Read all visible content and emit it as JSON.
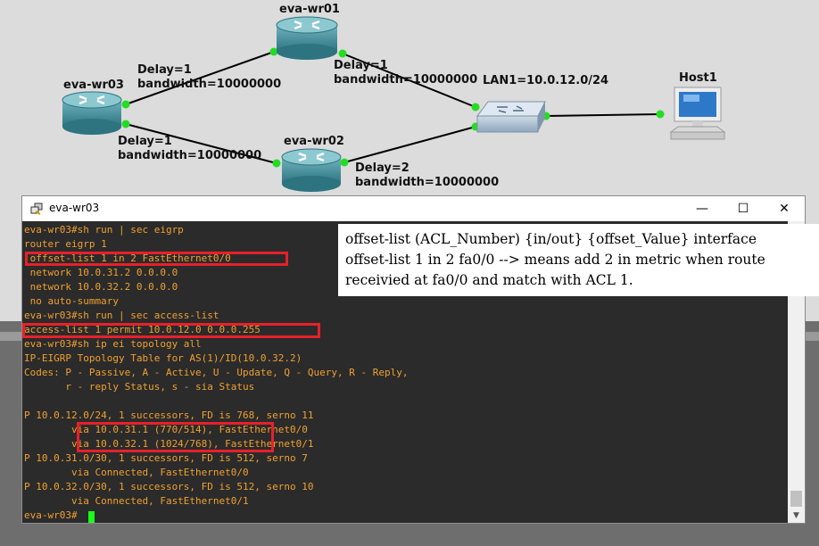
{
  "topology": {
    "routers": [
      {
        "id": "wr01",
        "name": "eva-wr01"
      },
      {
        "id": "wr02",
        "name": "eva-wr02"
      },
      {
        "id": "wr03",
        "name": "eva-wr03"
      }
    ],
    "switch_label": "LAN1=10.0.12.0/24",
    "host_label": "Host1",
    "links": [
      {
        "id": "wr03-wr01",
        "delay": "Delay=1",
        "bandwidth": "bandwidth=10000000"
      },
      {
        "id": "wr01-sw",
        "delay": "Delay=1",
        "bandwidth": "bandwidth=10000000"
      },
      {
        "id": "wr03-wr02",
        "delay": "Delay=1",
        "bandwidth": "bandwidth=10000000"
      },
      {
        "id": "wr02-sw",
        "delay": "Delay=2",
        "bandwidth": "bandwidth=10000000"
      }
    ],
    "colors": {
      "router_body": "#3d8a96",
      "link_up": "#22dd22",
      "switch": "#9bb3c9"
    }
  },
  "window": {
    "title": "eva-wr03",
    "icon": "putty-icon",
    "minimize_glyph": "—",
    "maximize_glyph": "☐",
    "close_glyph": "✕"
  },
  "terminal": {
    "text_color": "#f0a030",
    "cursor_color": "#19ff19",
    "lines": [
      "eva-wr03#sh run | sec eigrp",
      "router eigrp 1",
      " offset-list 1 in 2 FastEthernet0/0",
      " network 10.0.31.2 0.0.0.0",
      " network 10.0.32.2 0.0.0.0",
      " no auto-summary",
      "eva-wr03#sh run | sec access-list",
      "access-list 1 permit 10.0.12.0 0.0.0.255",
      "eva-wr03#sh ip ei topology all",
      "IP-EIGRP Topology Table for AS(1)/ID(10.0.32.2)",
      "Codes: P - Passive, A - Active, U - Update, Q - Query, R - Reply,",
      "       r - reply Status, s - sia Status",
      "",
      "P 10.0.12.0/24, 1 successors, FD is 768, serno 11",
      "        via 10.0.31.1 (770/514), FastEthernet0/0",
      "        via 10.0.32.1 (1024/768), FastEthernet0/1",
      "P 10.0.31.0/30, 1 successors, FD is 512, serno 7",
      "        via Connected, FastEthernet0/0",
      "P 10.0.32.0/30, 1 successors, FD is 512, serno 10",
      "        via Connected, FastEthernet0/1",
      "eva-wr03#"
    ]
  },
  "highlights": {
    "color": "#e8202a"
  },
  "annotation": {
    "lines": [
      "offset-list (ACL_Number) {in/out} {offset_Value} interface",
      "offset-list 1 in 2 fa0/0 --> means add 2 in metric when route",
      "receivied at fa0/0 and match with ACL 1."
    ]
  }
}
